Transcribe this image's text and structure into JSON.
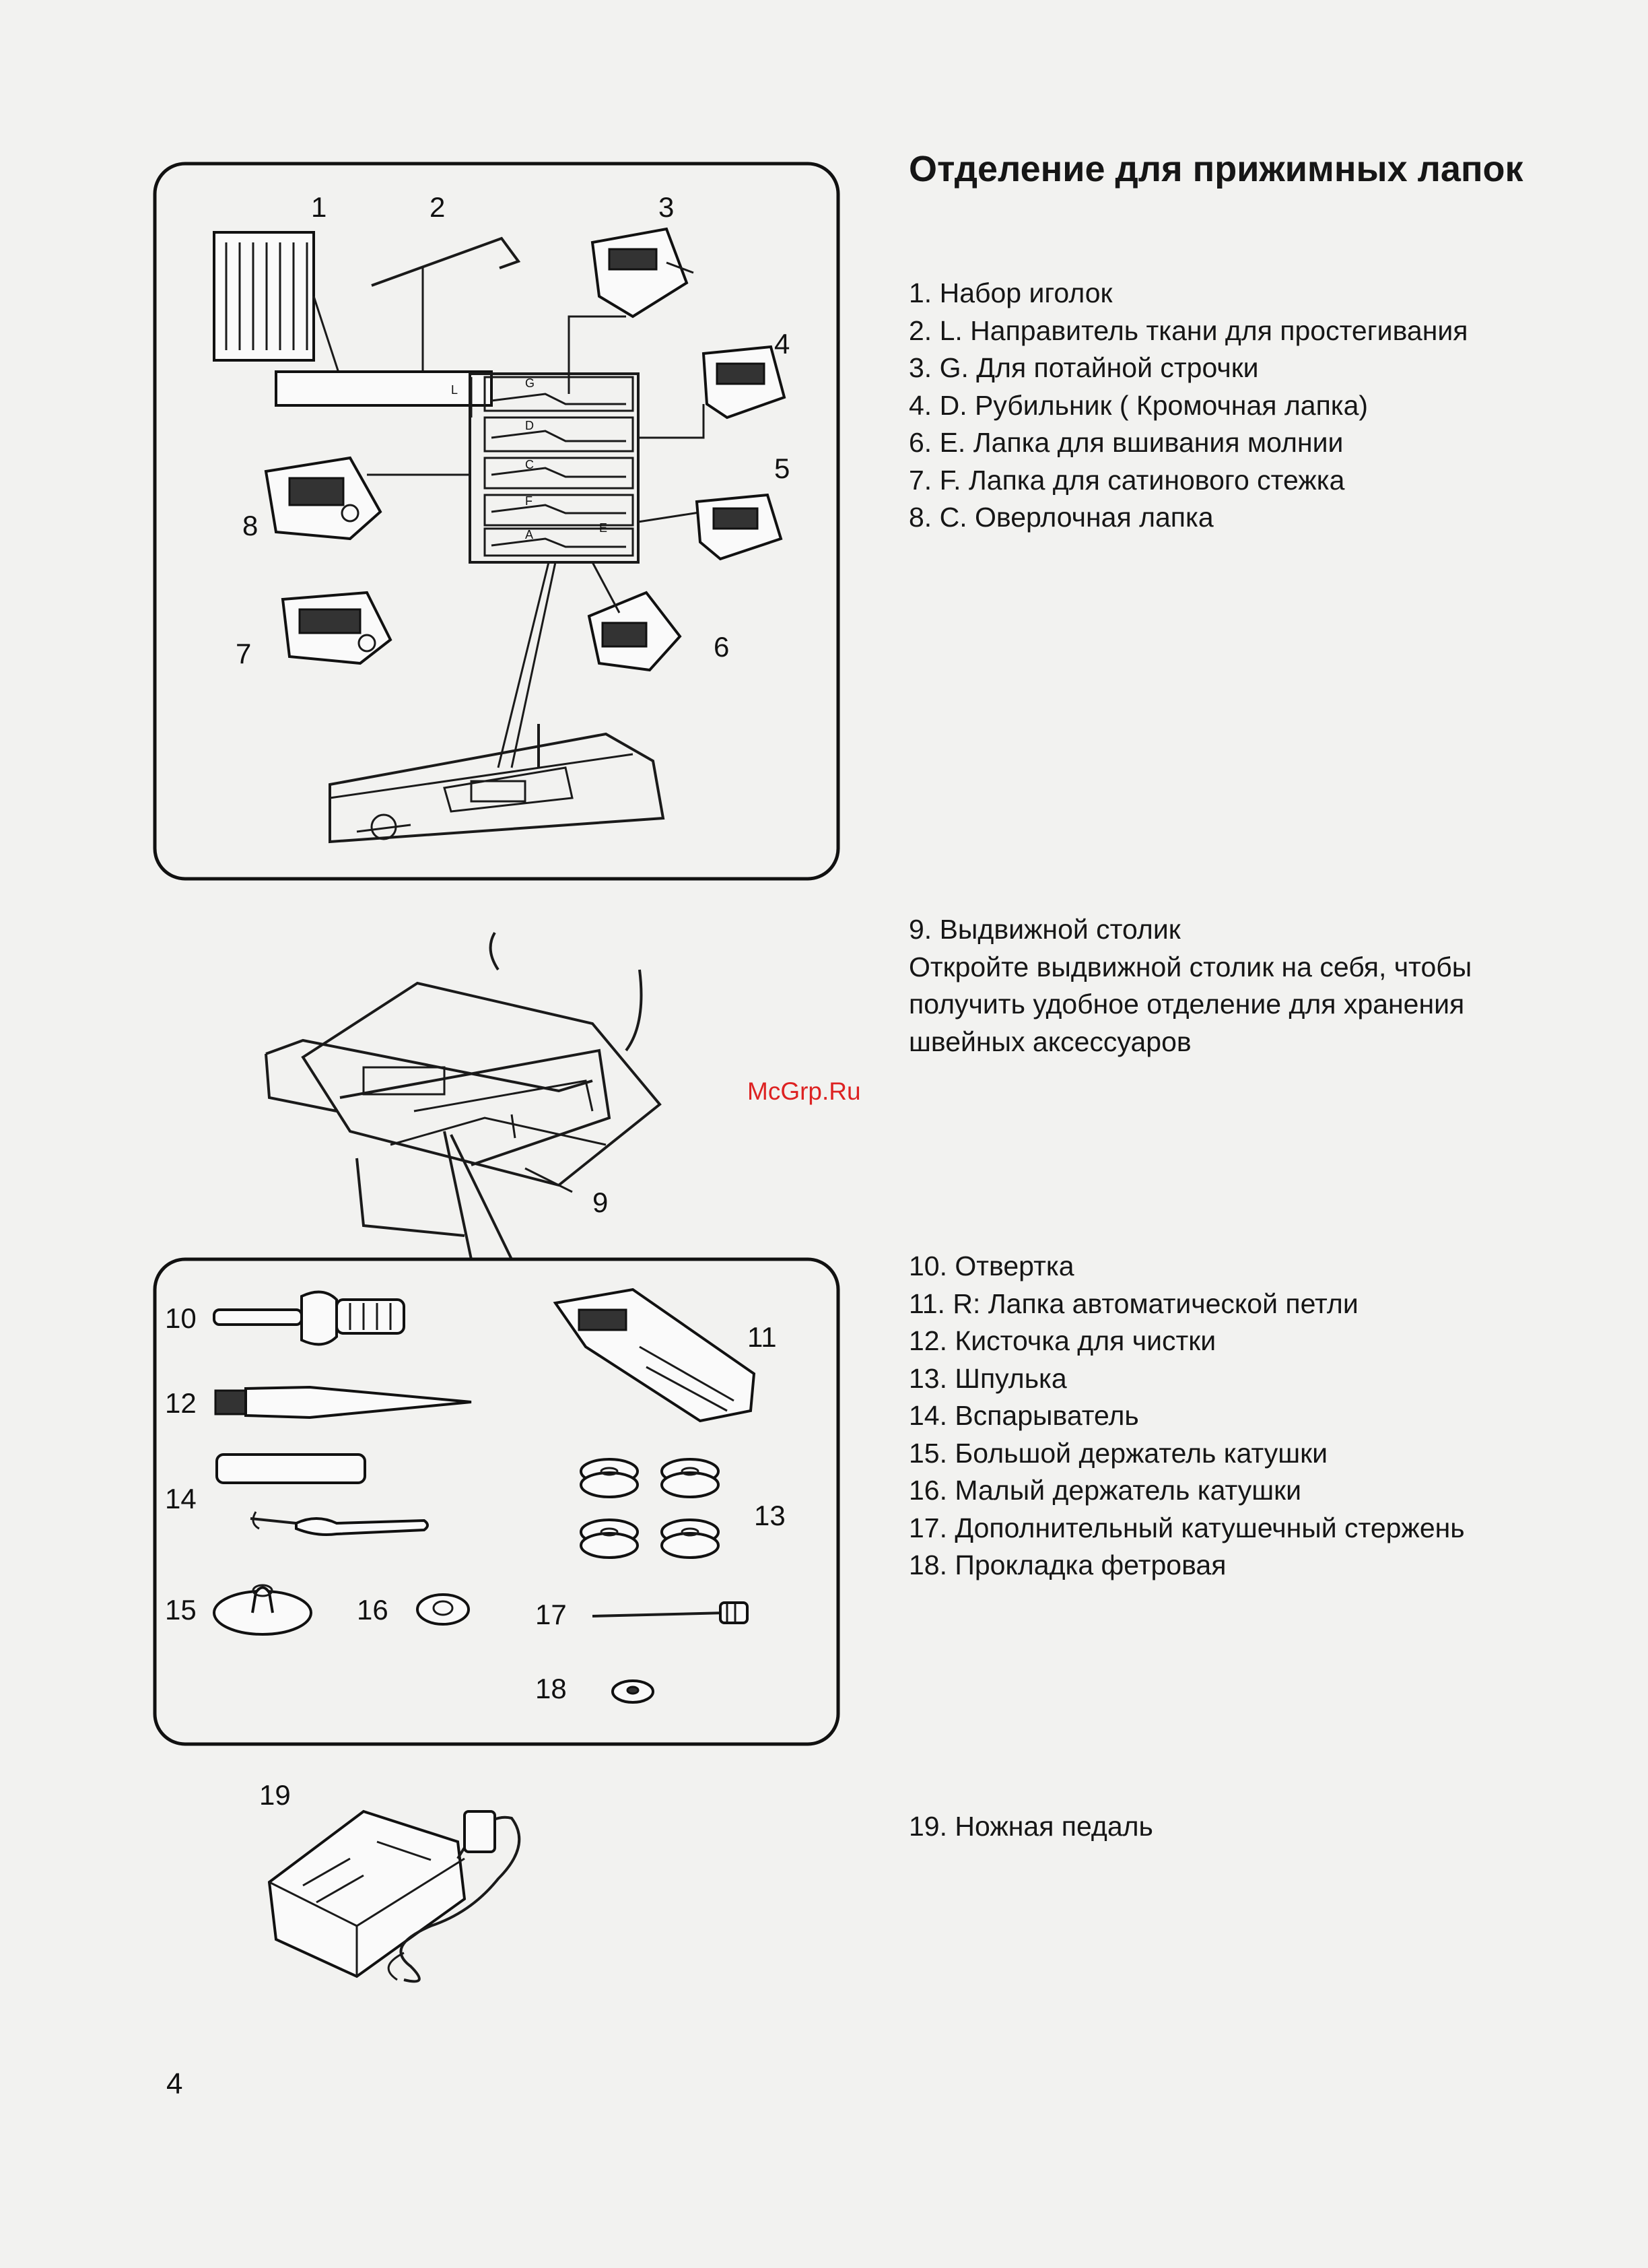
{
  "title": "Отделение для прижимных лапок",
  "list_a": [
    "1. Набор иголок",
    "2. L. Направитель ткани для простегивания",
    "3. G. Для потайной строчки",
    "4. D. Рубильник ( Кромочная лапка)",
    "6. E. Лапка для вшивания молнии",
    "7. F. Лапка для сатинового стежка",
    "8. С. Оверлочная лапка"
  ],
  "section_9": [
    "9. Выдвижной столик",
    "Откройте выдвижной столик на себя, чтобы получить удобное отделение для хранения швейных аксессуаров"
  ],
  "list_b": [
    "10. Отвертка",
    "11. R: Лапка автоматической петли",
    "12. Кисточка для чистки",
    "13. Шпулька",
    "14. Вспарыватель",
    "15. Большой держатель катушки",
    "16. Малый держатель катушки",
    "17. Дополнительный катушечный стержень",
    "18. Прокладка фетровая"
  ],
  "list_c": [
    "19. Ножная педаль"
  ],
  "watermark": "McGrp.Ru",
  "page_number": "4",
  "figure_labels": {
    "top": [
      "1",
      "2",
      "3",
      "4",
      "5",
      "6",
      "7",
      "8"
    ],
    "middle": [
      "9"
    ],
    "bottom": [
      "10",
      "11",
      "12",
      "13",
      "14",
      "15",
      "16",
      "17",
      "18"
    ],
    "pedal": [
      "19"
    ]
  },
  "tray_letters": [
    "G",
    "D",
    "C",
    "F",
    "E",
    "A",
    "L"
  ]
}
